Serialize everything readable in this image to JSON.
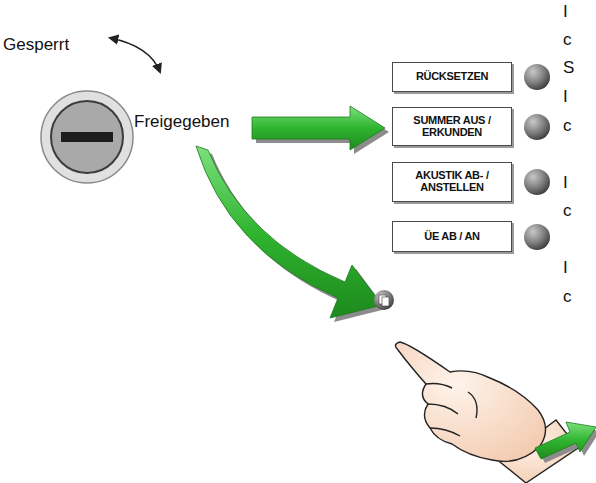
{
  "diagram": {
    "nodes": [
      {
        "text": [
          "RÜCKSETZEN"
        ]
      },
      {
        "text": [
          "SUMMER AUS / ERKUNDEN"
        ]
      },
      {
        "text": [
          "AKUSTIK AB- / ANSTELLEN"
        ]
      },
      {
        "text": [
          "ÜE AB / AN"
        ]
      }
    ],
    "labels": [
      "Gesperrt",
      "Freigegeben",
      "I",
      "c",
      "S",
      "I",
      "c",
      "I",
      "c",
      "I",
      "c"
    ]
  }
}
